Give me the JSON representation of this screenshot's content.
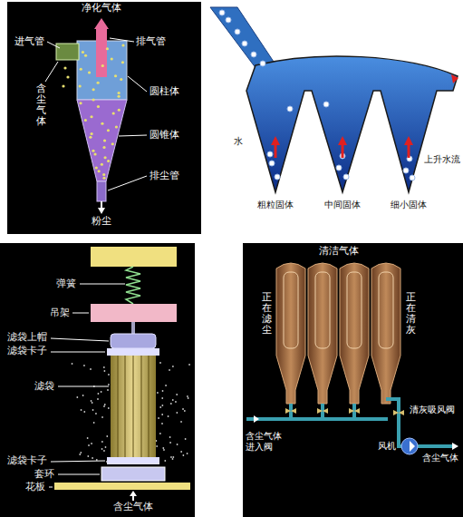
{
  "diagram": {
    "labels": [
      "净化气体",
      "进气管",
      "排气管",
      "含尘气体",
      "圆柱体",
      "圆锥体",
      "排尘管",
      "粉尘",
      "水",
      "粗粒固体",
      "中间固体",
      "细小固体",
      "上升水流",
      "弹簧",
      "吊架",
      "滤袋上帽",
      "滤袋卡子",
      "滤袋",
      "滤袋卡子",
      "套环",
      "花板",
      "含尘气体",
      "清洁气体",
      "正在滤尘",
      "正在清灰",
      "清灰吸风阀",
      "风机",
      "含尘气体进入阀",
      "含尘气体"
    ]
  }
}
